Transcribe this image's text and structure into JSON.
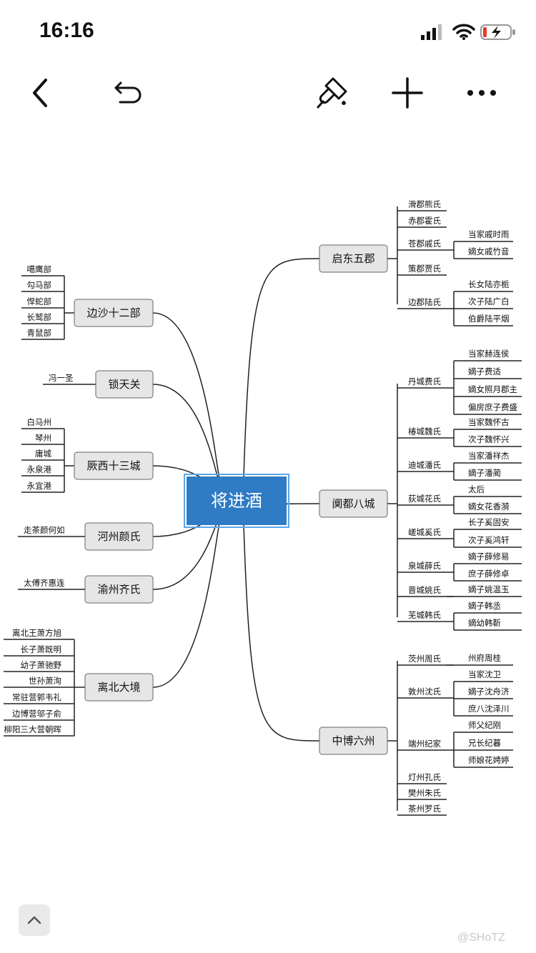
{
  "status_bar": {
    "time": "16:16"
  },
  "toolbar": {
    "back": "back-icon",
    "undo": "undo-icon",
    "style": "paint-brush-icon",
    "add": "plus-icon",
    "more": "more-icon"
  },
  "mindmap": {
    "root": "将进酒",
    "left_branches": [
      {
        "label": "边沙十二部",
        "children": [
          "噶鹰部",
          "勾马部",
          "悍蛇部",
          "长鹫部",
          "青鼠部"
        ]
      },
      {
        "label": "锁天关",
        "children": [
          "冯一圣"
        ]
      },
      {
        "label": "厥西十三城",
        "children": [
          "白马州",
          "琴州",
          "庸城",
          "永泉港",
          "永宜港"
        ]
      },
      {
        "label": "河州颜氏",
        "children": [
          "走茶颜何如"
        ]
      },
      {
        "label": "渝州齐氏",
        "children": [
          "太傅齐惠连"
        ]
      },
      {
        "label": "离北大境",
        "children": [
          "离北王萧方旭",
          "长子萧既明",
          "幼子萧驰野",
          "世孙萧洵",
          "常驻营郭韦礼",
          "边博营邬子俞",
          "柳阳三大营朝晖"
        ]
      }
    ],
    "right_branches": [
      {
        "label": "启东五郡",
        "children": [
          {
            "label": "滑郡熊氏",
            "children": []
          },
          {
            "label": "赤郡霍氏",
            "children": []
          },
          {
            "label": "苍郡戚氏",
            "children": [
              "当家戚时雨",
              "嫡女戚竹音"
            ]
          },
          {
            "label": "策郡贾氏",
            "children": []
          },
          {
            "label": "边郡陆氏",
            "children": [
              "长女陆亦栀",
              "次子陆广白",
              "伯爵陆平烟"
            ]
          }
        ]
      },
      {
        "label": "阒都八城",
        "children": [
          {
            "label": "丹城费氏",
            "children": [
              "当家赫连侯",
              "嫡子费适",
              "嫡女照月郡主",
              "偏房庶子费盛"
            ]
          },
          {
            "label": "椿城魏氏",
            "children": [
              "当家魏怀古",
              "次子魏怀兴"
            ]
          },
          {
            "label": "迪城潘氏",
            "children": [
              "当家潘祥杰",
              "嫡子潘蔺"
            ]
          },
          {
            "label": "荻城花氏",
            "children": [
              "太后",
              "嫡女花香漪"
            ]
          },
          {
            "label": "嵯城奚氏",
            "children": [
              "长子奚固安",
              "次子奚鸿轩"
            ]
          },
          {
            "label": "泉城薛氏",
            "children": [
              "嫡子薛修易",
              "庶子薛修卓"
            ]
          },
          {
            "label": "晋城姚氏",
            "children": [
              "嫡子姚温玉"
            ]
          },
          {
            "label": "芜城韩氏",
            "children": [
              "嫡子韩丞",
              "嫡幼韩靳"
            ]
          }
        ]
      },
      {
        "label": "中博六州",
        "children": [
          {
            "label": "茨州周氏",
            "children": [
              "州府周桂"
            ]
          },
          {
            "label": "敦州沈氏",
            "children": [
              "当家沈卫",
              "嫡子沈舟济",
              "庶八沈泽川"
            ]
          },
          {
            "label": "端州纪家",
            "children": [
              "师父纪刚",
              "兄长纪暮",
              "师娘花娉婷"
            ]
          },
          {
            "label": "灯州孔氏",
            "children": []
          },
          {
            "label": "樊州朱氏",
            "children": []
          },
          {
            "label": "茶州罗氏",
            "children": []
          }
        ]
      }
    ]
  },
  "scroll_up": "chevron-up-icon",
  "watermark": "@SHoTZ",
  "colors": {
    "root_fill": "#2f7bc4",
    "root_border": "#5aa6ec",
    "node_fill": "#e6e6e6",
    "line": "#222222"
  }
}
